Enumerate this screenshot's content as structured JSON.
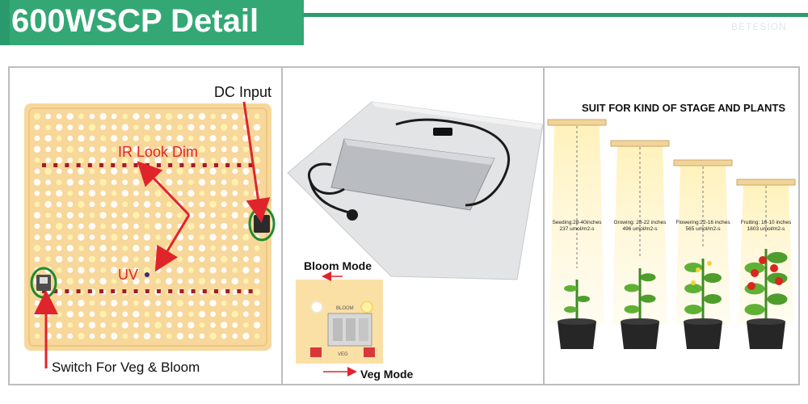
{
  "header": {
    "title": "600WSCP Detail",
    "watermark": "BETESION"
  },
  "panel_light": {
    "dc_input": "DC Input",
    "ir_label": "IR Look Dim",
    "uv_label": "UV",
    "switch_label": "Switch For Veg & Bloom"
  },
  "panel_driver": {
    "bloom_mode": "Bloom Mode",
    "veg_mode": "Veg Mode",
    "switch_bloom_text": "BLOOM",
    "switch_veg_text": "VEG"
  },
  "panel_stages": {
    "title": "SUIT FOR KIND OF STAGE AND PLANTS",
    "stages": [
      {
        "line1": "Seeding:28-40inches",
        "line2": "237 umol/m2-s"
      },
      {
        "line1": "Growing: 28-22 inches",
        "line2": "496 umol/m2-s"
      },
      {
        "line1": "Flowering:22-16 inches",
        "line2": "565 umol/m2-s"
      },
      {
        "line1": "Fruiting: 16-10 inches",
        "line2": "1603 umol/m2-s"
      }
    ]
  },
  "colors": {
    "header_green": "#33a875",
    "annotation_red": "#e0242b",
    "highlight_green": "#1e8a2e",
    "board_yellow": "#f7d79a"
  }
}
